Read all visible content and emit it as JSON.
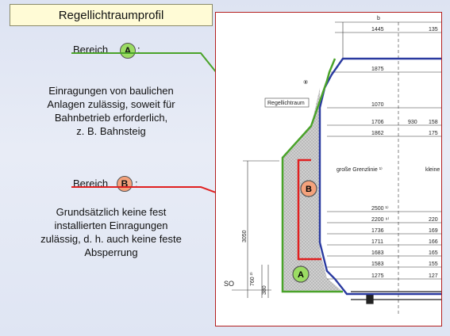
{
  "title": "Regellichtraumprofil",
  "zone_a": {
    "label": "Bereich",
    "badge": "A",
    "colon": ":",
    "description": [
      "Einragungen von baulichen",
      "Anlagen zulässig, soweit für",
      "Bahnbetrieb erforderlich,",
      "z. B. Bahnsteig"
    ],
    "color": "#4aa32a"
  },
  "zone_b": {
    "label": "Bereich",
    "badge": "B",
    "colon": ":",
    "description": [
      "Grundsätzlich keine fest",
      "installierten Einragungen",
      "zulässig, d. h. auch keine feste",
      "Absperrung"
    ],
    "color": "#e02020"
  },
  "drawing": {
    "profile_color": "#2a3aa0",
    "labels": {
      "regellichtraum": "Regellichtraum",
      "grenzlinie": "große Grenzlinie ¹⁾",
      "kleine": "kleine",
      "b": "b",
      "vertical_dim": "3050",
      "so": "SO",
      "dim_380": "380",
      "dim_760": "760 ²⁾",
      "circle_3": "⑧"
    },
    "dims_left": [
      "1445",
      "1875",
      "1070",
      "1706",
      "1862",
      "2500 ¹⁾",
      "2200 ⁹⁾",
      "1736",
      "1711",
      "1683",
      "1583",
      "1275"
    ],
    "dims_right": [
      "135",
      "",
      "",
      "930",
      "158",
      "175",
      "",
      "220",
      "169",
      "166",
      "165",
      "155",
      "127"
    ]
  }
}
